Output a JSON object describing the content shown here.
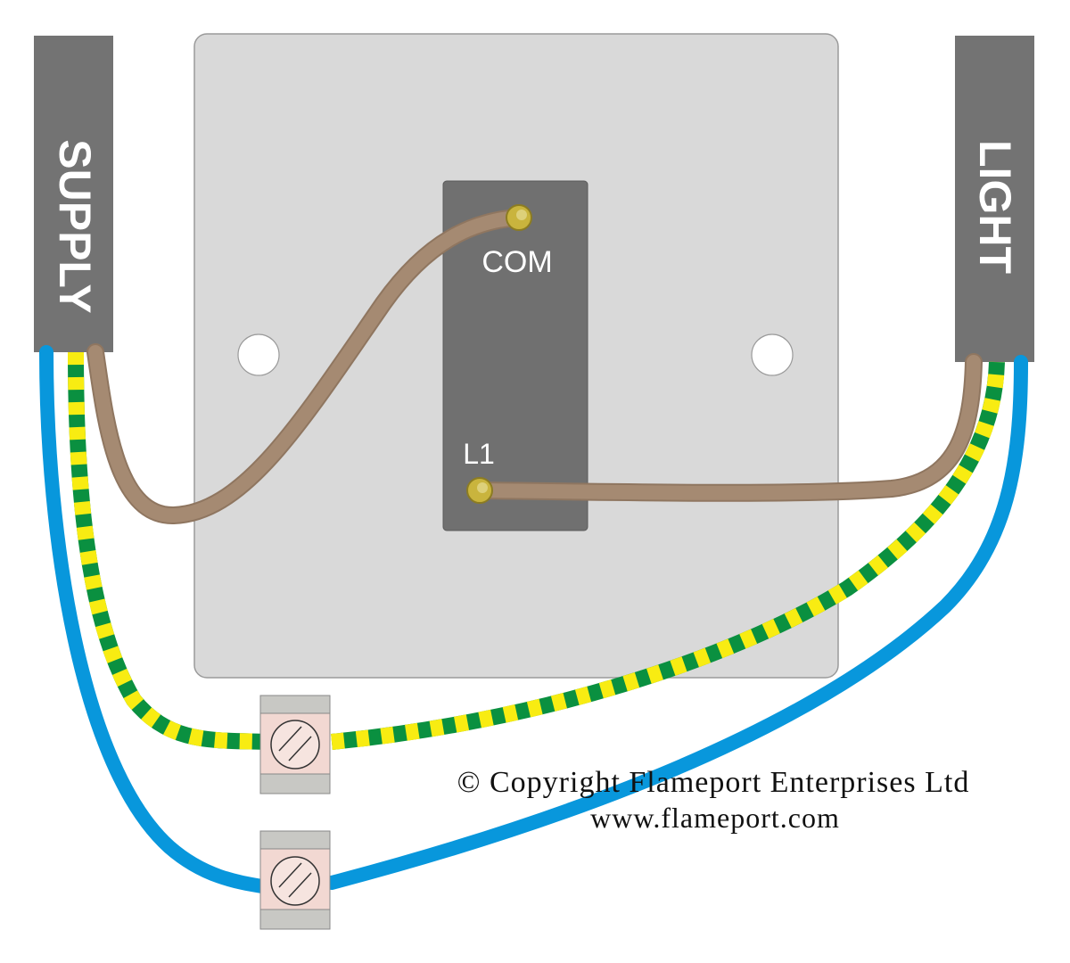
{
  "labels": {
    "supply": "SUPPLY",
    "light": "LIGHT",
    "com": "COM",
    "l1": "L1"
  },
  "copyright": {
    "line1": "© Copyright Flameport Enterprises Ltd",
    "line2": "www.flameport.com"
  },
  "colors": {
    "background": "#ffffff",
    "faceplate": "#d9d9d9",
    "faceplate_border": "#9a9a9a",
    "switch_body": "#707070",
    "cable_sheath": "#737373",
    "label_text": "#ffffff",
    "live_brown": "#a58a72",
    "neutral_blue": "#0897dc",
    "earth_green": "#0a9040",
    "earth_yellow": "#f8ec12",
    "terminal": "#c9b43d",
    "connector_body": "#f2d8d2",
    "connector_end": "#c8c8c4",
    "copyright_text": "#111111"
  },
  "icons": {
    "connector_screw": "slotted-screw-icon",
    "terminal": "brass-terminal-icon"
  }
}
